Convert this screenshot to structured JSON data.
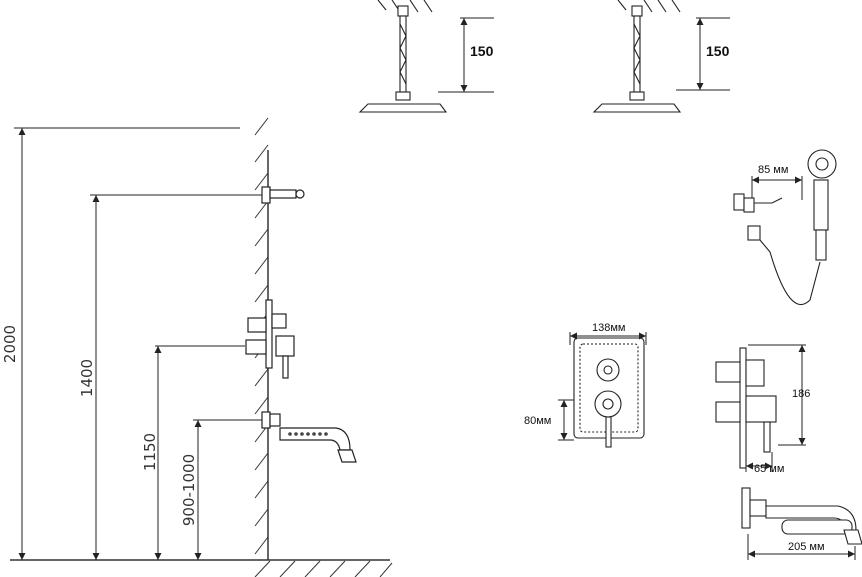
{
  "dimensions": {
    "total_height": "2000",
    "shower_arm_height": "1400",
    "mixer_height": "1150",
    "spout_height": "900-1000",
    "overhead_drop_left": "150",
    "overhead_drop_right": "150",
    "handshower_bracket": "85 мм",
    "mixer_plate_width": "138мм",
    "mixer_plate_spacing": "80мм",
    "mixer_side_height": "186",
    "mixer_side_depth": "65 мм",
    "spout_length": "205 мм"
  }
}
